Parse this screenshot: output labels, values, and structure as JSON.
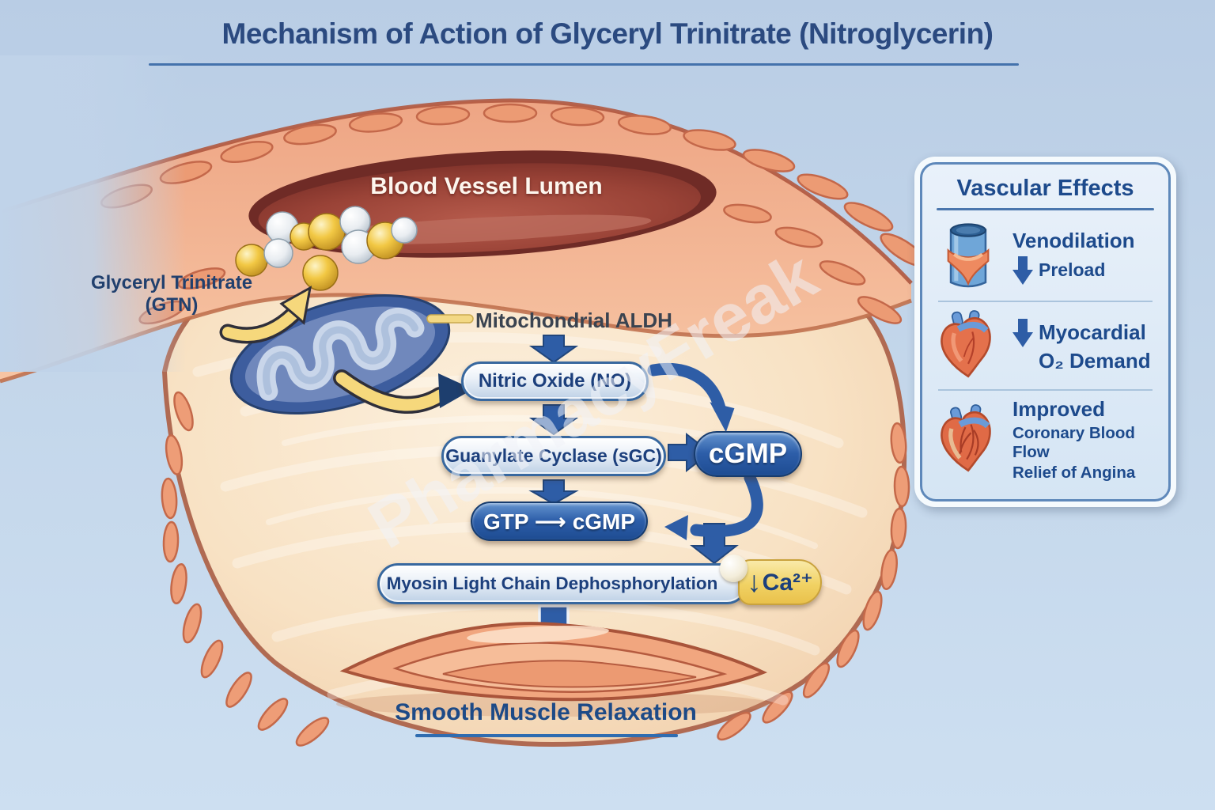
{
  "title": "Mechanism of Action of Glyceryl Trinitrate (Nitroglycerin)",
  "watermark": "PharmacyFreak",
  "vessel": {
    "lumen_label": "Blood Vessel Lumen"
  },
  "labels": {
    "gtn_line1": "Glyceryl Trinitrate",
    "gtn_line2": "(GTN)",
    "aldh": "Mitochondrial ALDH",
    "outcome": "Smooth Muscle Relaxation"
  },
  "pathway": {
    "nitric_oxide": "Nitric Oxide (NO)",
    "guanylate_cyclase": "Guanylate Cyclase (sGC)",
    "cgmp": "cGMP",
    "gtp_to_cgmp": "GTP ⟶ cGMP",
    "myosin": "Myosin Light Chain Dephosphorylation",
    "calcium_arrow": "↓",
    "calcium": "Ca²⁺"
  },
  "panel": {
    "title": "Vascular Effects",
    "items": [
      {
        "icon": "vein-icon",
        "title": "Venodilation",
        "sub": "Preload"
      },
      {
        "icon": "heart-icon",
        "title": "Myocardial",
        "sub": "O₂ Demand"
      },
      {
        "icon": "heart-icon",
        "title": "Improved",
        "sub": "Coronary Blood Flow",
        "sub2": "Relief of Angina"
      }
    ]
  },
  "colors": {
    "background": "#c3d6ea",
    "title_text": "#2b4a80",
    "accent_blue": "#2e5da6",
    "navy_text": "#1c3f7c",
    "lumen_red": "#8a3a32",
    "tissue_cream": "#f6dcbe",
    "vessel_wall_salmon": "#f2b292",
    "gtn_yellow": "#f0c446",
    "calcium_badge_yellow": "#f1d264",
    "mitochondria_blue": "#3d5d9e"
  }
}
